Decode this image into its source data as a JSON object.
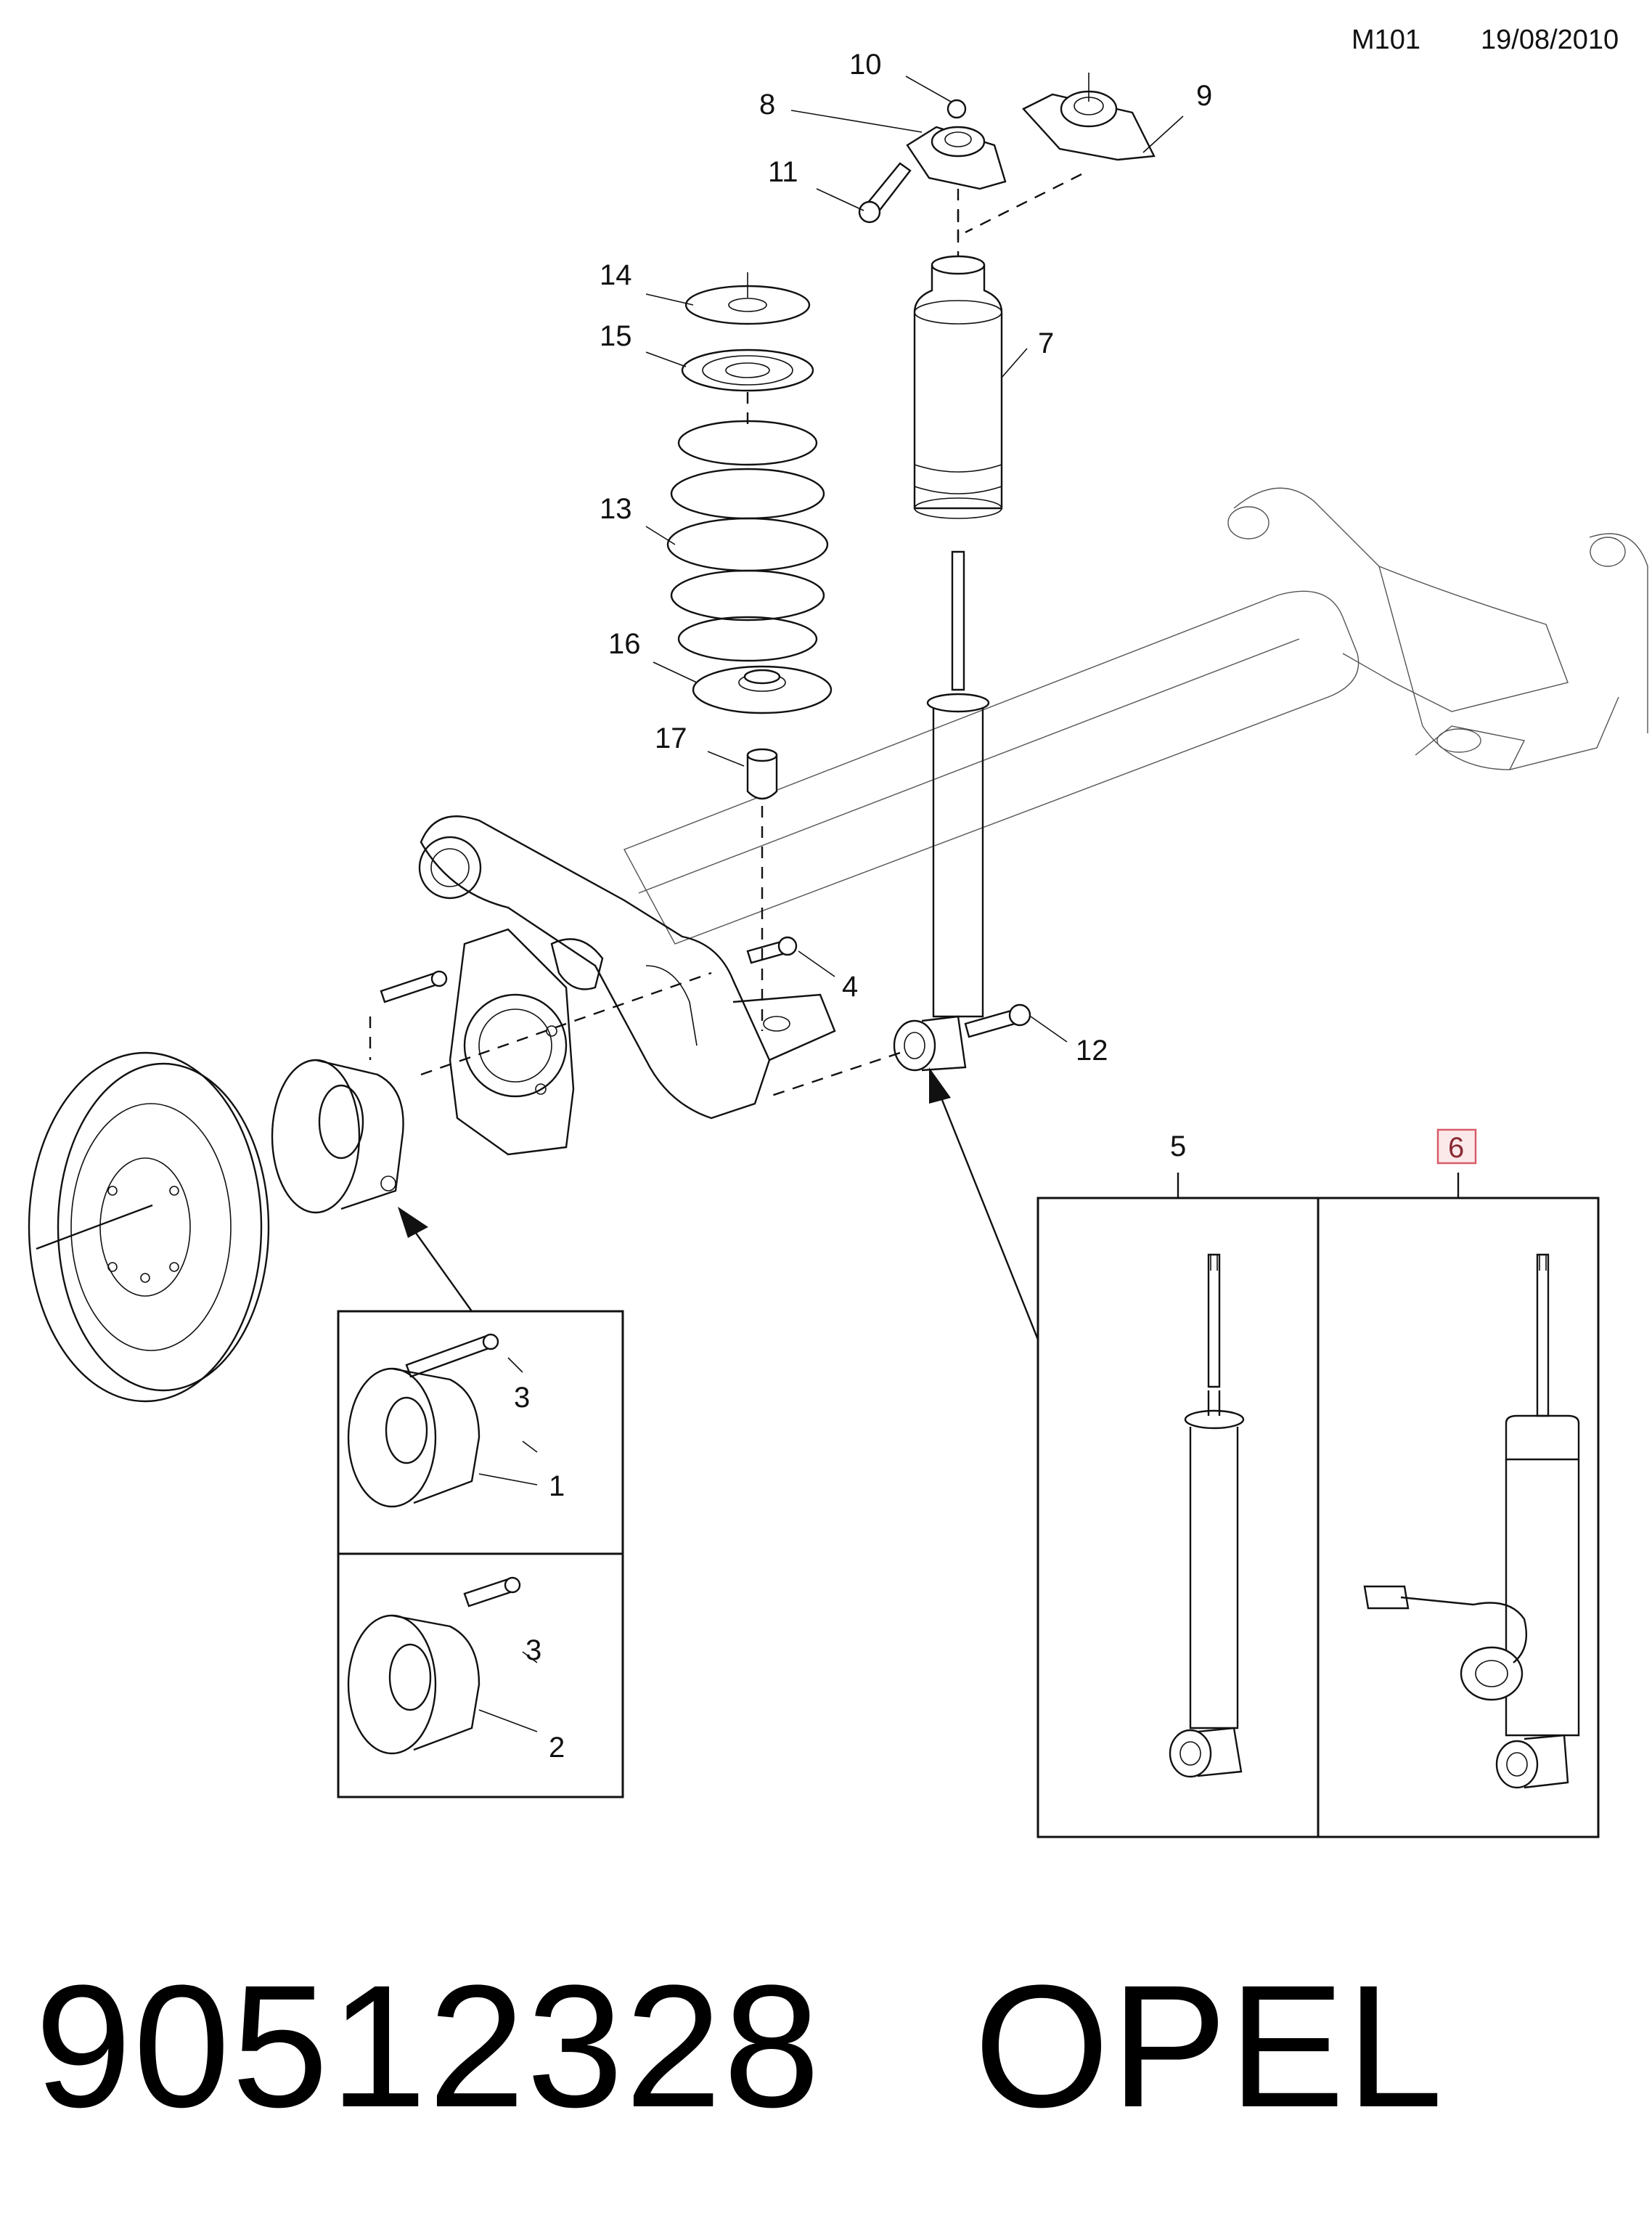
{
  "header": {
    "model_code": "M101",
    "date": "19/08/2010"
  },
  "callouts": {
    "c1": "1",
    "c2": "2",
    "c3a": "3",
    "c3b": "3",
    "c4": "4",
    "c5": "5",
    "c6": "6",
    "c7": "7",
    "c8": "8",
    "c9": "9",
    "c10": "10",
    "c11": "11",
    "c12": "12",
    "c13": "13",
    "c14": "14",
    "c15": "15",
    "c16": "16",
    "c17": "17"
  },
  "highlighted_callout": "6",
  "colors": {
    "highlight_fill": "#fbe9ea",
    "highlight_border": "#d85c68",
    "line": "#111111"
  },
  "footer": {
    "part_number": "90512328",
    "brand": "OPEL"
  }
}
